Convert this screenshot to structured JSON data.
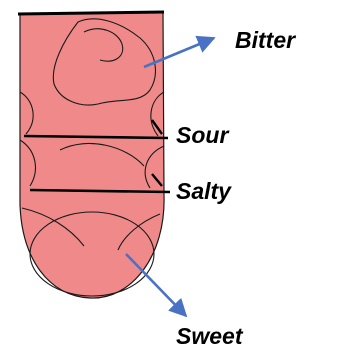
{
  "labels": {
    "bitter": "Bitter",
    "sour": "Sour",
    "salty": "Salty",
    "sweet": "Sweet"
  },
  "colors": {
    "tongue_fill": "#f08a8a",
    "outline": "#1a1a1a",
    "arrow": "#4a72c4"
  }
}
